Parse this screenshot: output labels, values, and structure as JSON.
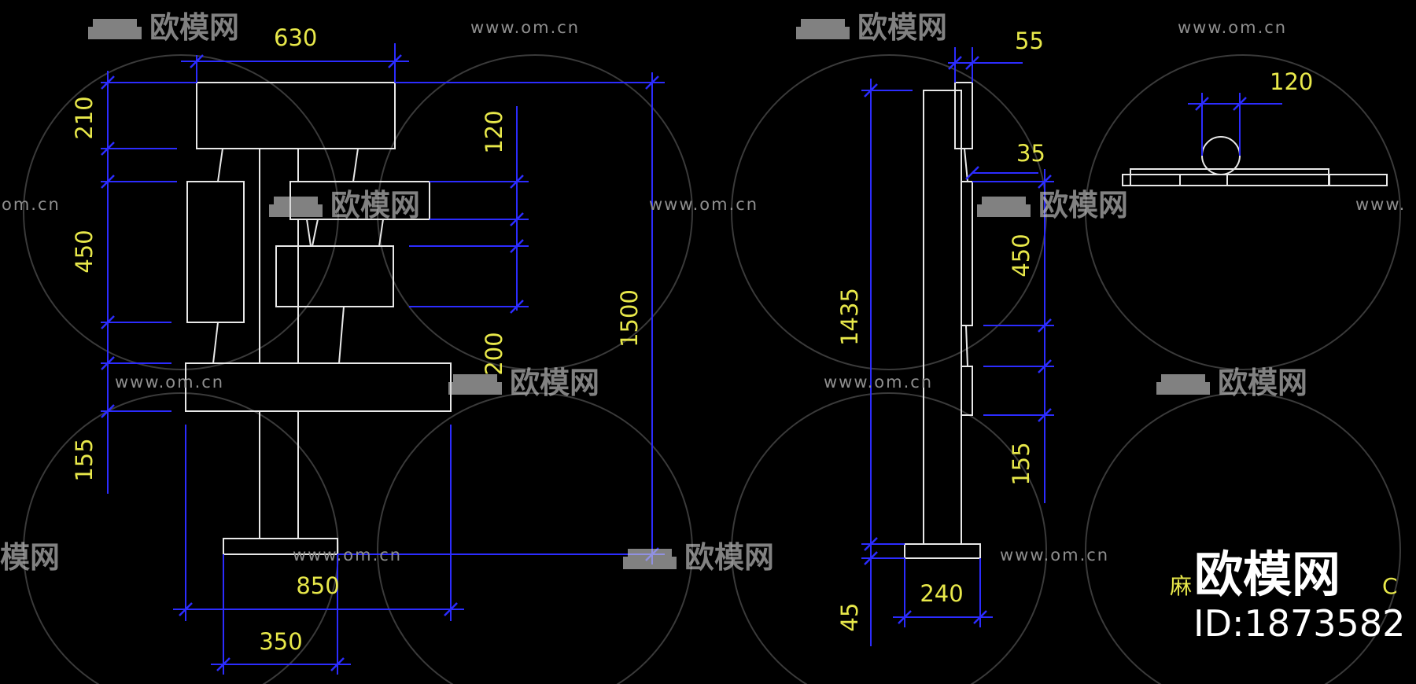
{
  "drawing": {
    "front_view": {
      "width_top": "630",
      "dim_210": "210",
      "dim_450": "450",
      "dim_155": "155",
      "dim_120": "120",
      "dim_200": "200",
      "height_total": "1500",
      "width_bottom": "850",
      "width_base": "350"
    },
    "side_view": {
      "dim_55": "55",
      "dim_35": "35",
      "height": "1435",
      "dim_450": "450",
      "dim_155": "155",
      "dim_45": "45",
      "base_width": "240"
    },
    "top_view": {
      "dim_120": "120"
    },
    "caption": "麻",
    "caption_suffix": "C"
  },
  "watermarks": {
    "brand": "欧模网",
    "url": "www.om.cn",
    "url_fragment": "om.cn",
    "url_prefix": "www.",
    "brand_fragment": "模网",
    "corner_brand": "欧模网",
    "corner_id": "ID:1873582"
  },
  "colors": {
    "background": "#000000",
    "object_lines": "#e8e8e8",
    "dimension_lines": "#2c2cff",
    "dimension_text": "#e8e84a"
  }
}
